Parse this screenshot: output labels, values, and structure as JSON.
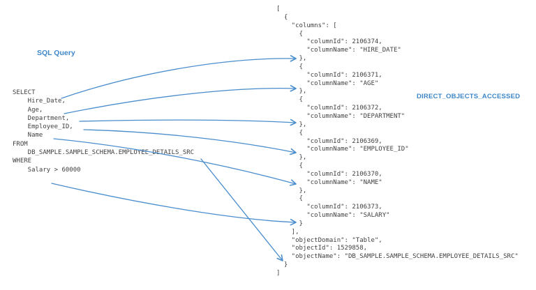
{
  "labels": {
    "sql_query": "SQL Query",
    "direct_objects_accessed": "DIRECT_OBJECTS_ACCESSED"
  },
  "colors": {
    "accent_blue": "#3e86c9",
    "arrow_blue": "#4a8dcd",
    "code_text": "#3f3f3f",
    "background": "#ffffff"
  },
  "sql_query": {
    "lines": [
      "SELECT",
      "    Hire_Date,",
      "    Age,",
      "    Department,",
      "    Employee_ID,",
      "    Name",
      "FROM",
      "    DB_SAMPLE.SAMPLE_SCHEMA.EMPLOYEE_DETAILS_SRC",
      "WHERE",
      "    Salary > 60000"
    ]
  },
  "direct_objects_accessed": {
    "lines": [
      "[",
      "  {",
      "    \"columns\": [",
      "      {",
      "        \"columnId\": 2106374,",
      "        \"columnName\": \"HIRE_DATE\"",
      "      },",
      "      {",
      "        \"columnId\": 2106371,",
      "        \"columnName\": \"AGE\"",
      "      },",
      "      {",
      "        \"columnId\": 2106372,",
      "        \"columnName\": \"DEPARTMENT\"",
      "      },",
      "      {",
      "        \"columnId\": 2106369,",
      "        \"columnName\": \"EMPLOYEE_ID\"",
      "      },",
      "      {",
      "        \"columnId\": 2106370,",
      "        \"columnName\": \"NAME\"",
      "      },",
      "      {",
      "        \"columnId\": 2106373,",
      "        \"columnName\": \"SALARY\"",
      "      }",
      "    ],",
      "    \"objectDomain\": \"Table\",",
      "    \"objectId\": 1529858,",
      "    \"objectName\": \"DB_SAMPLE.SAMPLE_SCHEMA.EMPLOYEE_DETAILS_SRC\"",
      "  }",
      "]"
    ]
  },
  "mappings": [
    {
      "sql": "Hire_Date",
      "json_target": "HIRE_DATE"
    },
    {
      "sql": "Age",
      "json_target": "AGE"
    },
    {
      "sql": "Department",
      "json_target": "DEPARTMENT"
    },
    {
      "sql": "Employee_ID",
      "json_target": "EMPLOYEE_ID"
    },
    {
      "sql": "Name",
      "json_target": "NAME"
    },
    {
      "sql": "Salary > 60000",
      "json_target": "SALARY"
    },
    {
      "sql": "DB_SAMPLE.SAMPLE_SCHEMA.EMPLOYEE_DETAILS_SRC",
      "json_target": "objectName"
    }
  ]
}
